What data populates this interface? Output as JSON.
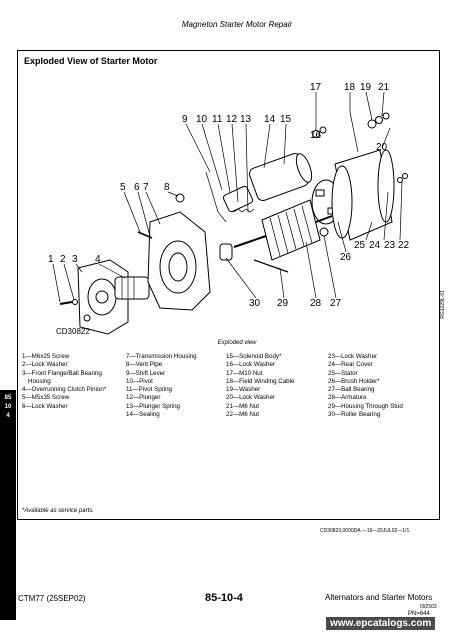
{
  "header": {
    "title": "Magneton Starter Motor Repair"
  },
  "frame": {
    "title": "Exploded View of Starter Motor"
  },
  "side_tab": {
    "line1": "85",
    "line2": "10",
    "line3": "4"
  },
  "diagram": {
    "callouts": [
      "1",
      "2",
      "3",
      "4",
      "5",
      "6",
      "7",
      "8",
      "9",
      "10",
      "11",
      "12",
      "13",
      "14",
      "15",
      "16",
      "17",
      "18",
      "19",
      "20",
      "21",
      "22",
      "23",
      "24",
      "25",
      "26",
      "27",
      "28",
      "29",
      "30"
    ],
    "figure_id": "CD30822",
    "side_code": "RG1029L-01",
    "caption": "Exploded view"
  },
  "legend": {
    "col1": [
      "1—M6x25 Screw",
      "2—Lock Washer",
      "3—Front Flange/Ball Bearing",
      "     Housing",
      "4—Overrunning Clutch Pinion*",
      "5—M5x35 Screw",
      "6—Lock Washer"
    ],
    "col2": [
      "7—Transmission Housing",
      "8—Vent Pipe",
      "9—Shift Lever",
      "10—Pivot",
      "11—Pivot Spring",
      "12—Plunger",
      "13—Plunger Spring",
      "14—Sealing"
    ],
    "col3": [
      "15—Solenoid Body*",
      "16—Lock Washer",
      "17—M10 Nut",
      "18—Field Winding Cable",
      "19—Washer",
      "20—Lock Washer",
      "21—M6 Nut",
      "22—M6 Nut"
    ],
    "col4": [
      "23—Lock Washer",
      "24—Rear Cover",
      "25—Stator",
      "26—Brush Holder*",
      "27—Ball Bearing",
      "28—Armature",
      "29—Housing Through Stud",
      "30—Roller Bearing"
    ]
  },
  "note": "*Available as service parts.",
  "frame_ref": "CD30823,0000DA  —19—29JUL02—1/1",
  "footer": {
    "left": "CTM77 (25SEP02)",
    "center": "85-10-4",
    "right": "Alternators and Starter Motors",
    "small1": "092503",
    "small2": "PN=644"
  },
  "watermark": "www.epcatalogs.com"
}
